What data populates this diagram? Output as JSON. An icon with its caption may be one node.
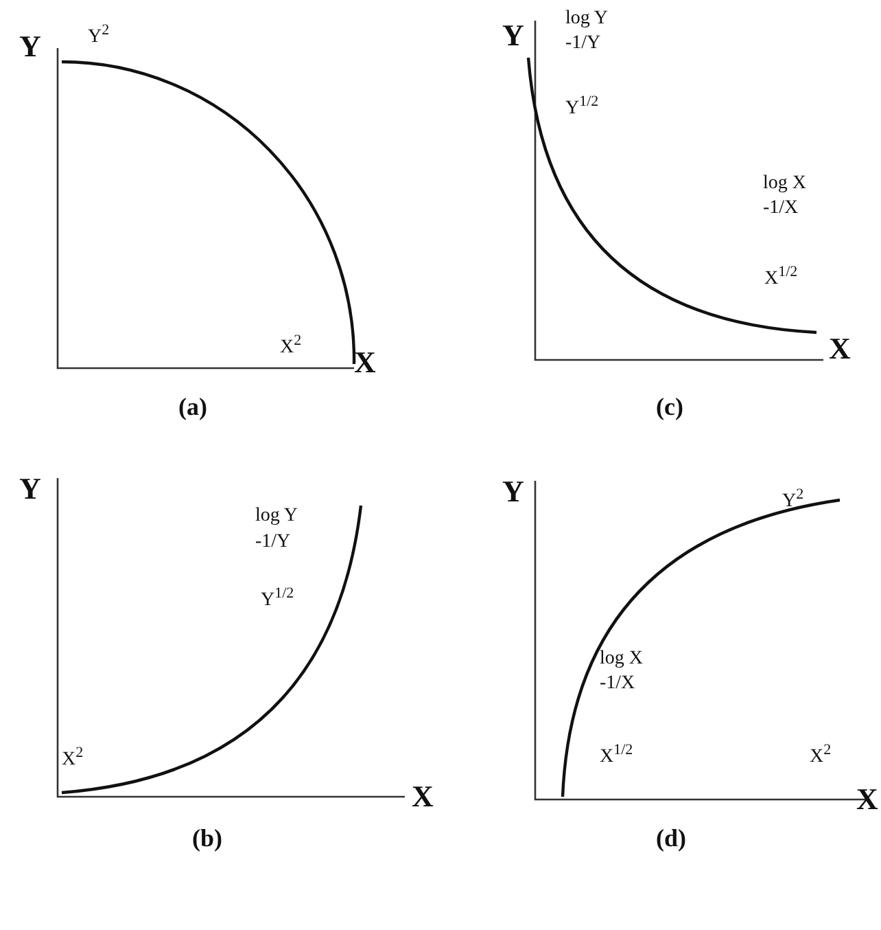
{
  "diagram": {
    "labels": [
      "Y",
      "Y$^{2}$",
      "X$^{2}$",
      "X",
      "(a)",
      "Y",
      "log Y",
      "-1/Y",
      "Y$^{1/2}$",
      "log X",
      "-1/X",
      "X$^{1/2}$",
      "X",
      "(c)",
      "Y",
      "log Y",
      "-1/Y",
      "Y$^{1/2}$",
      "X$^{2}$",
      "X",
      "(b)",
      "Y",
      "Y$^{2}$",
      "log X",
      "-1/X",
      "X$^{1/2}$",
      "X$^{2}$",
      "X",
      "(d)"
    ]
  }
}
